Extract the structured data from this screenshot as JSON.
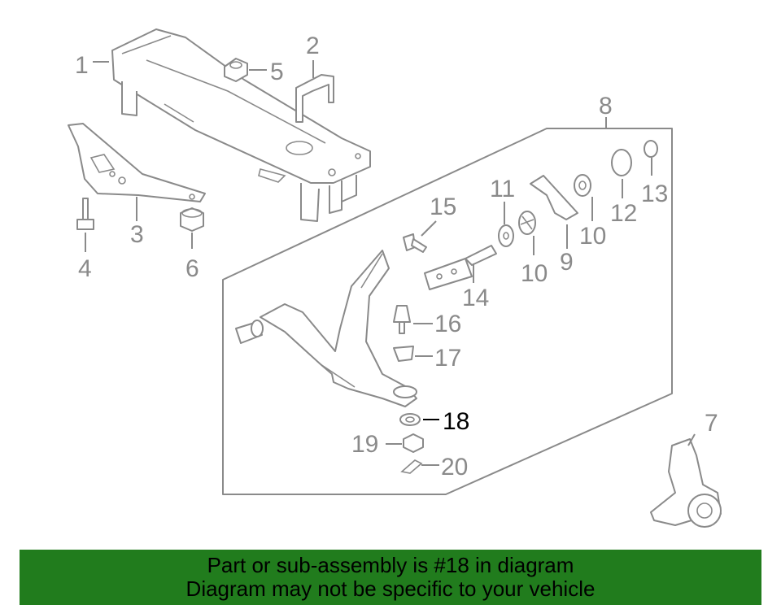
{
  "callouts": {
    "c1": "1",
    "c2": "2",
    "c3": "3",
    "c4": "4",
    "c5": "5",
    "c6": "6",
    "c7": "7",
    "c8": "8",
    "c9": "9",
    "c10a": "10",
    "c10b": "10",
    "c11": "11",
    "c12": "12",
    "c13": "13",
    "c14": "14",
    "c15": "15",
    "c16": "16",
    "c17": "17",
    "c18": "18",
    "c19": "19",
    "c20": "20"
  },
  "highlighted_part": "18",
  "banner": {
    "line1": "Part or sub-assembly is #18 in diagram",
    "line2": "Diagram may not be specific to your vehicle"
  },
  "colors": {
    "line": "#8a8a8a",
    "highlight": "#000000",
    "banner_bg": "#217c1d",
    "background": "#ffffff"
  }
}
